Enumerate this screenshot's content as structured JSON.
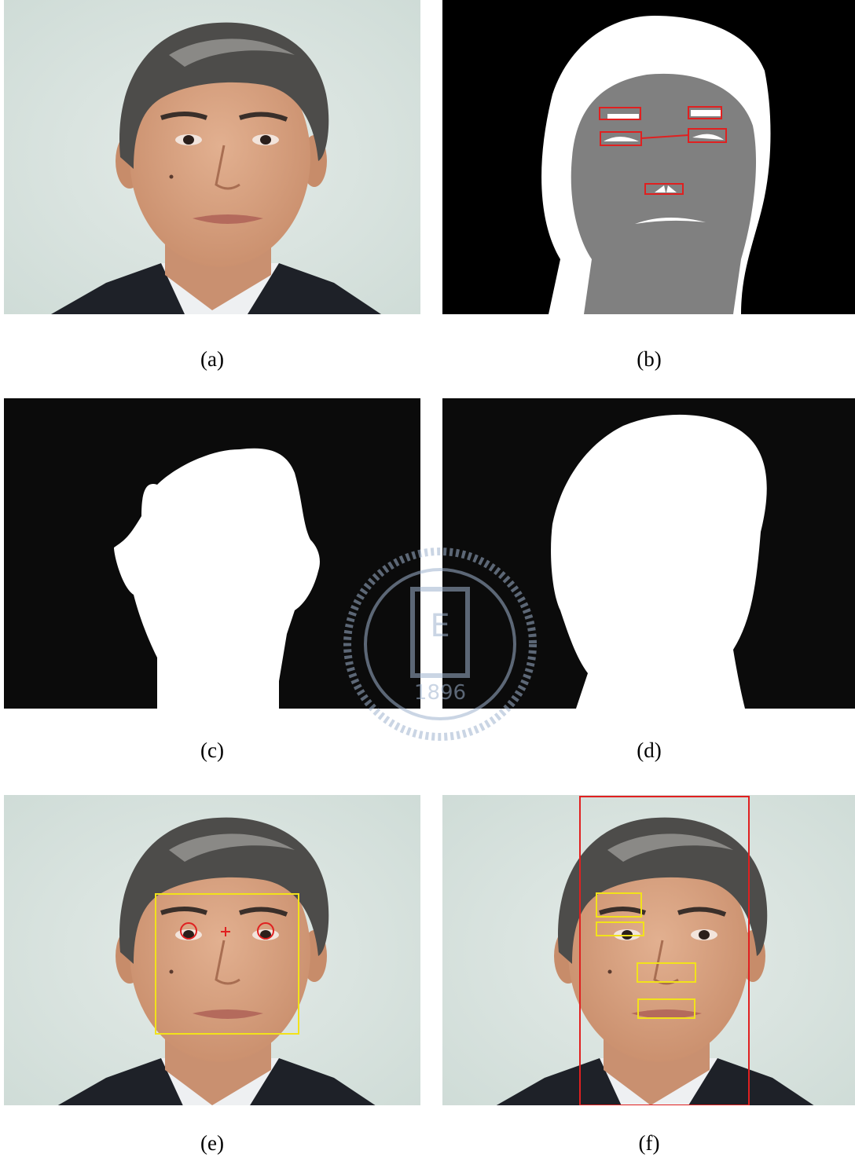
{
  "figure": {
    "panels": [
      {
        "id": "a",
        "caption": "(a)",
        "kind": "original photograph"
      },
      {
        "id": "b",
        "caption": "(b)",
        "kind": "segmentation with feature boxes"
      },
      {
        "id": "c",
        "caption": "(c)",
        "kind": "binary face mask"
      },
      {
        "id": "d",
        "caption": "(d)",
        "kind": "binary head mask"
      },
      {
        "id": "e",
        "caption": "(e)",
        "kind": "face box with eye markers"
      },
      {
        "id": "f",
        "caption": "(f)",
        "kind": "feature boxes on photograph"
      }
    ],
    "watermark_text": "1896"
  },
  "colors": {
    "background_photo": "#d9e3df",
    "skin": "#d9a07e",
    "hair": "#4d4c4a",
    "suit": "#1e2128",
    "shirt": "#eef0f2",
    "mask_bg": "#0b0b0b",
    "mask_fg": "#ffffff",
    "segment_gray": "#808080",
    "red_box": "#e02020",
    "yellow_box": "#f2e21a"
  }
}
